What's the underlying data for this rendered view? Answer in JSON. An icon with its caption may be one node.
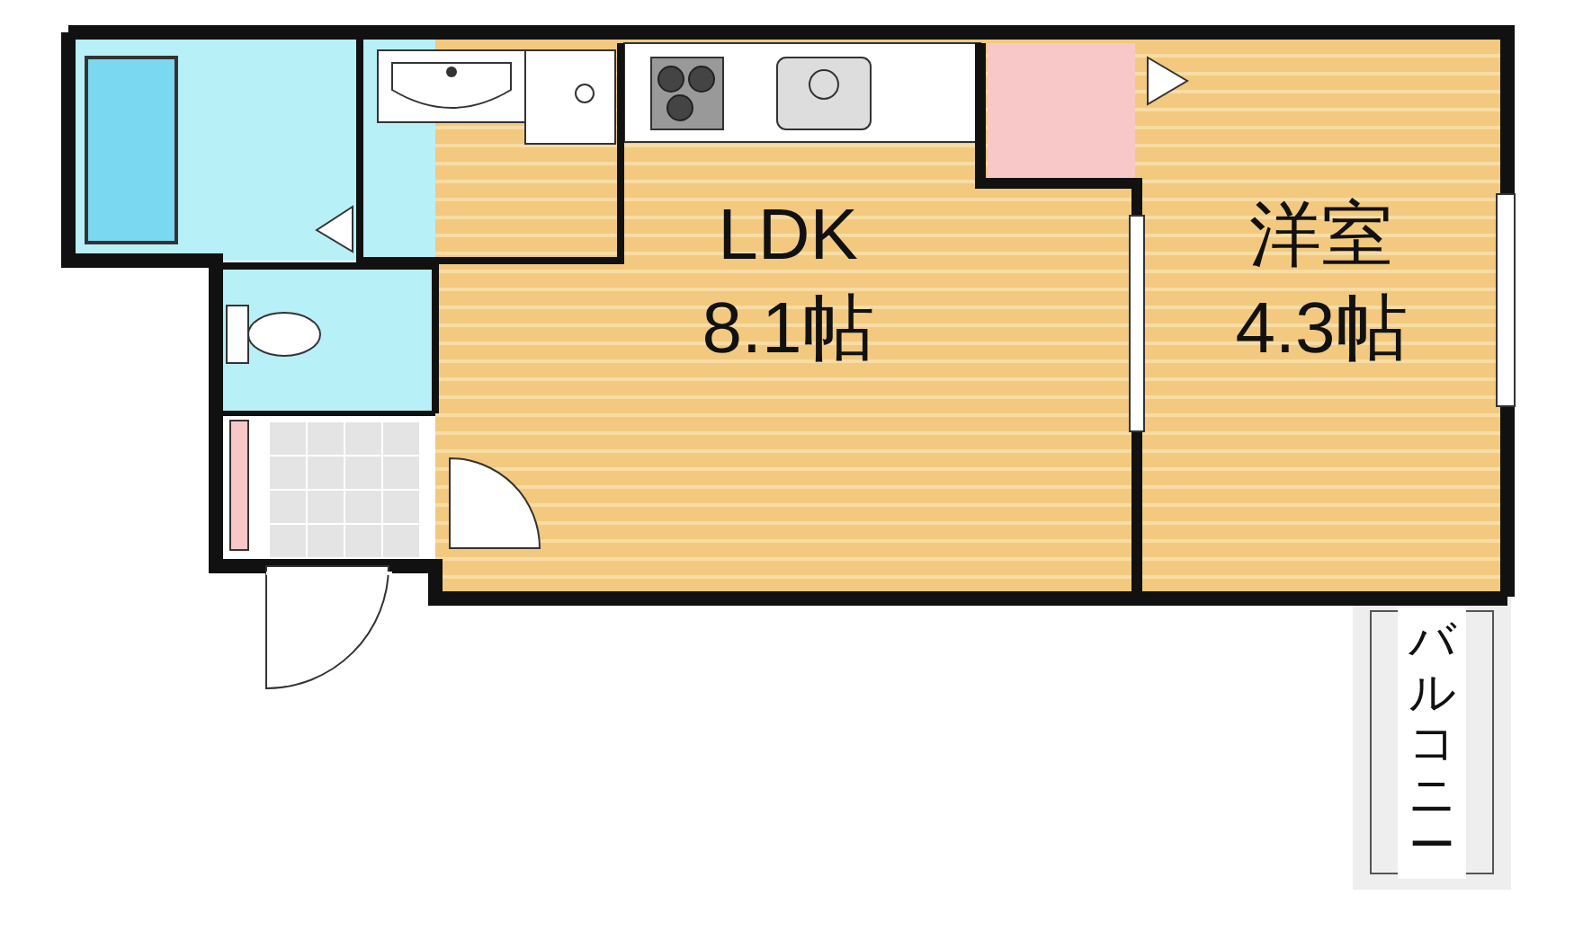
{
  "diagram": {
    "nodes": [
      {
        "text": [
          "LDK",
          "8.1帖"
        ]
      },
      {
        "text": [
          "洋室",
          "4.3帖"
        ]
      },
      {
        "text": [
          "バルコニー"
        ]
      }
    ],
    "edges": []
  }
}
